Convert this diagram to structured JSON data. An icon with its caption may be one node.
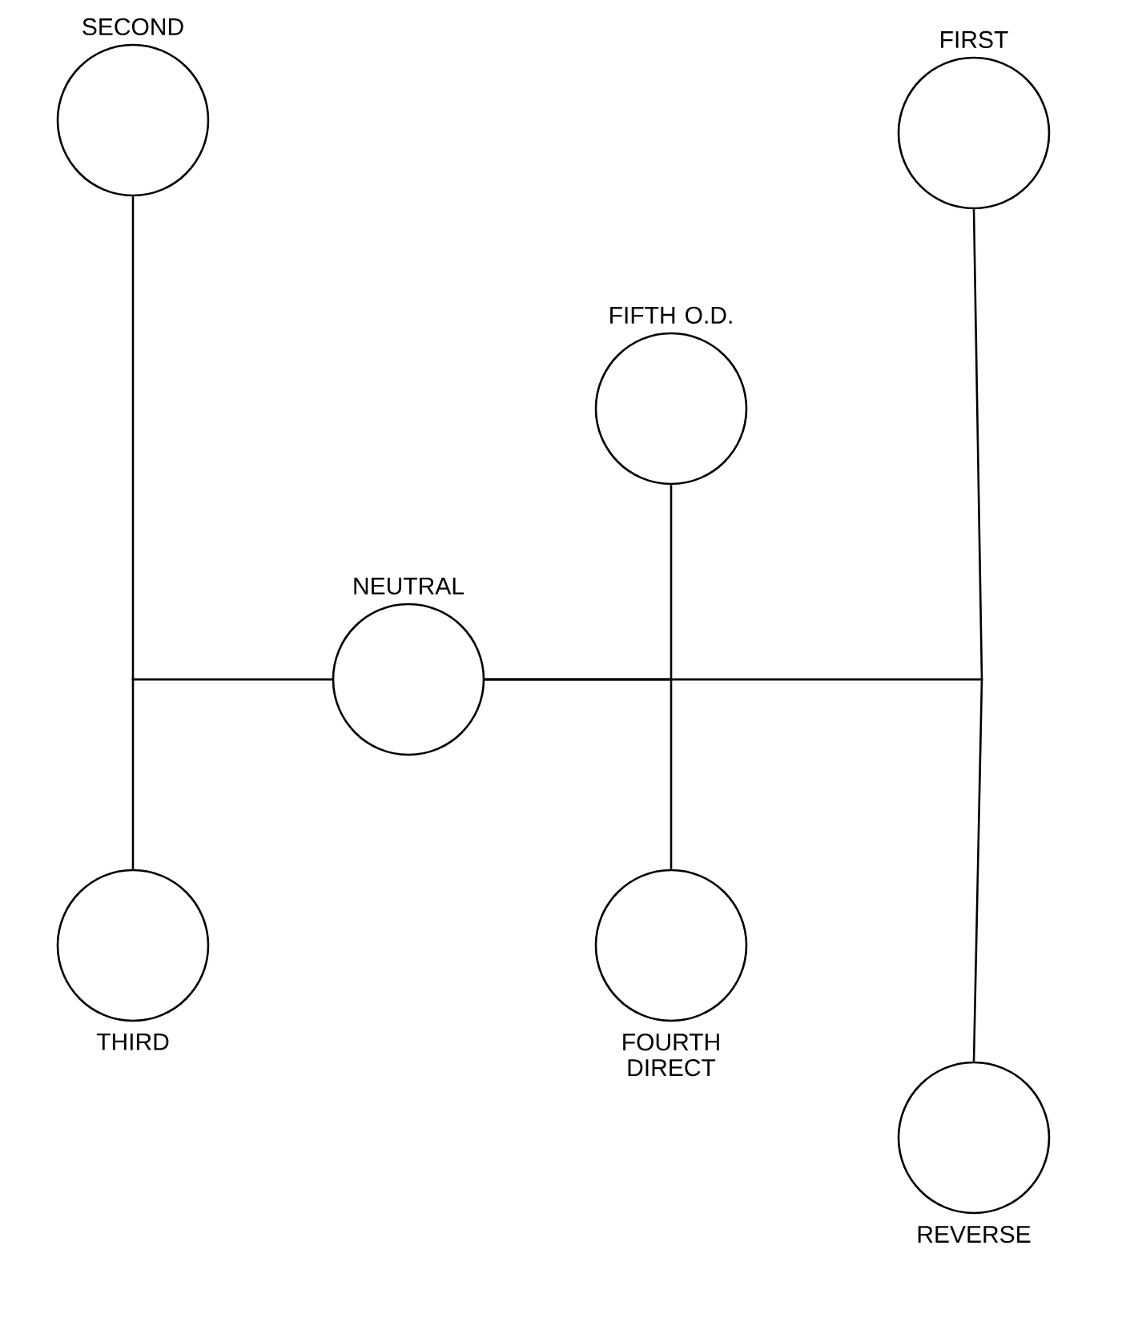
{
  "diagram": {
    "nodes": [
      {
        "text": [
          "SECOND"
        ]
      },
      {
        "text": [
          "FIRST"
        ]
      },
      {
        "text": [
          "FIFTH O.D."
        ]
      },
      {
        "text": [
          "NEUTRAL"
        ]
      },
      {
        "text": [
          "THIRD"
        ]
      },
      {
        "text": [
          "FOURTH DIRECT"
        ]
      },
      {
        "text": [
          "REVERSE"
        ]
      }
    ],
    "edges": [
      {
        "from": 3,
        "to": 0,
        "arrow": "none"
      },
      {
        "from": 3,
        "to": 4,
        "arrow": "none"
      },
      {
        "from": 3,
        "to": 2,
        "arrow": "none"
      },
      {
        "from": 3,
        "to": 5,
        "arrow": "none"
      },
      {
        "from": 3,
        "to": 1,
        "arrow": "none"
      },
      {
        "from": 3,
        "to": 6,
        "arrow": "none"
      }
    ]
  }
}
